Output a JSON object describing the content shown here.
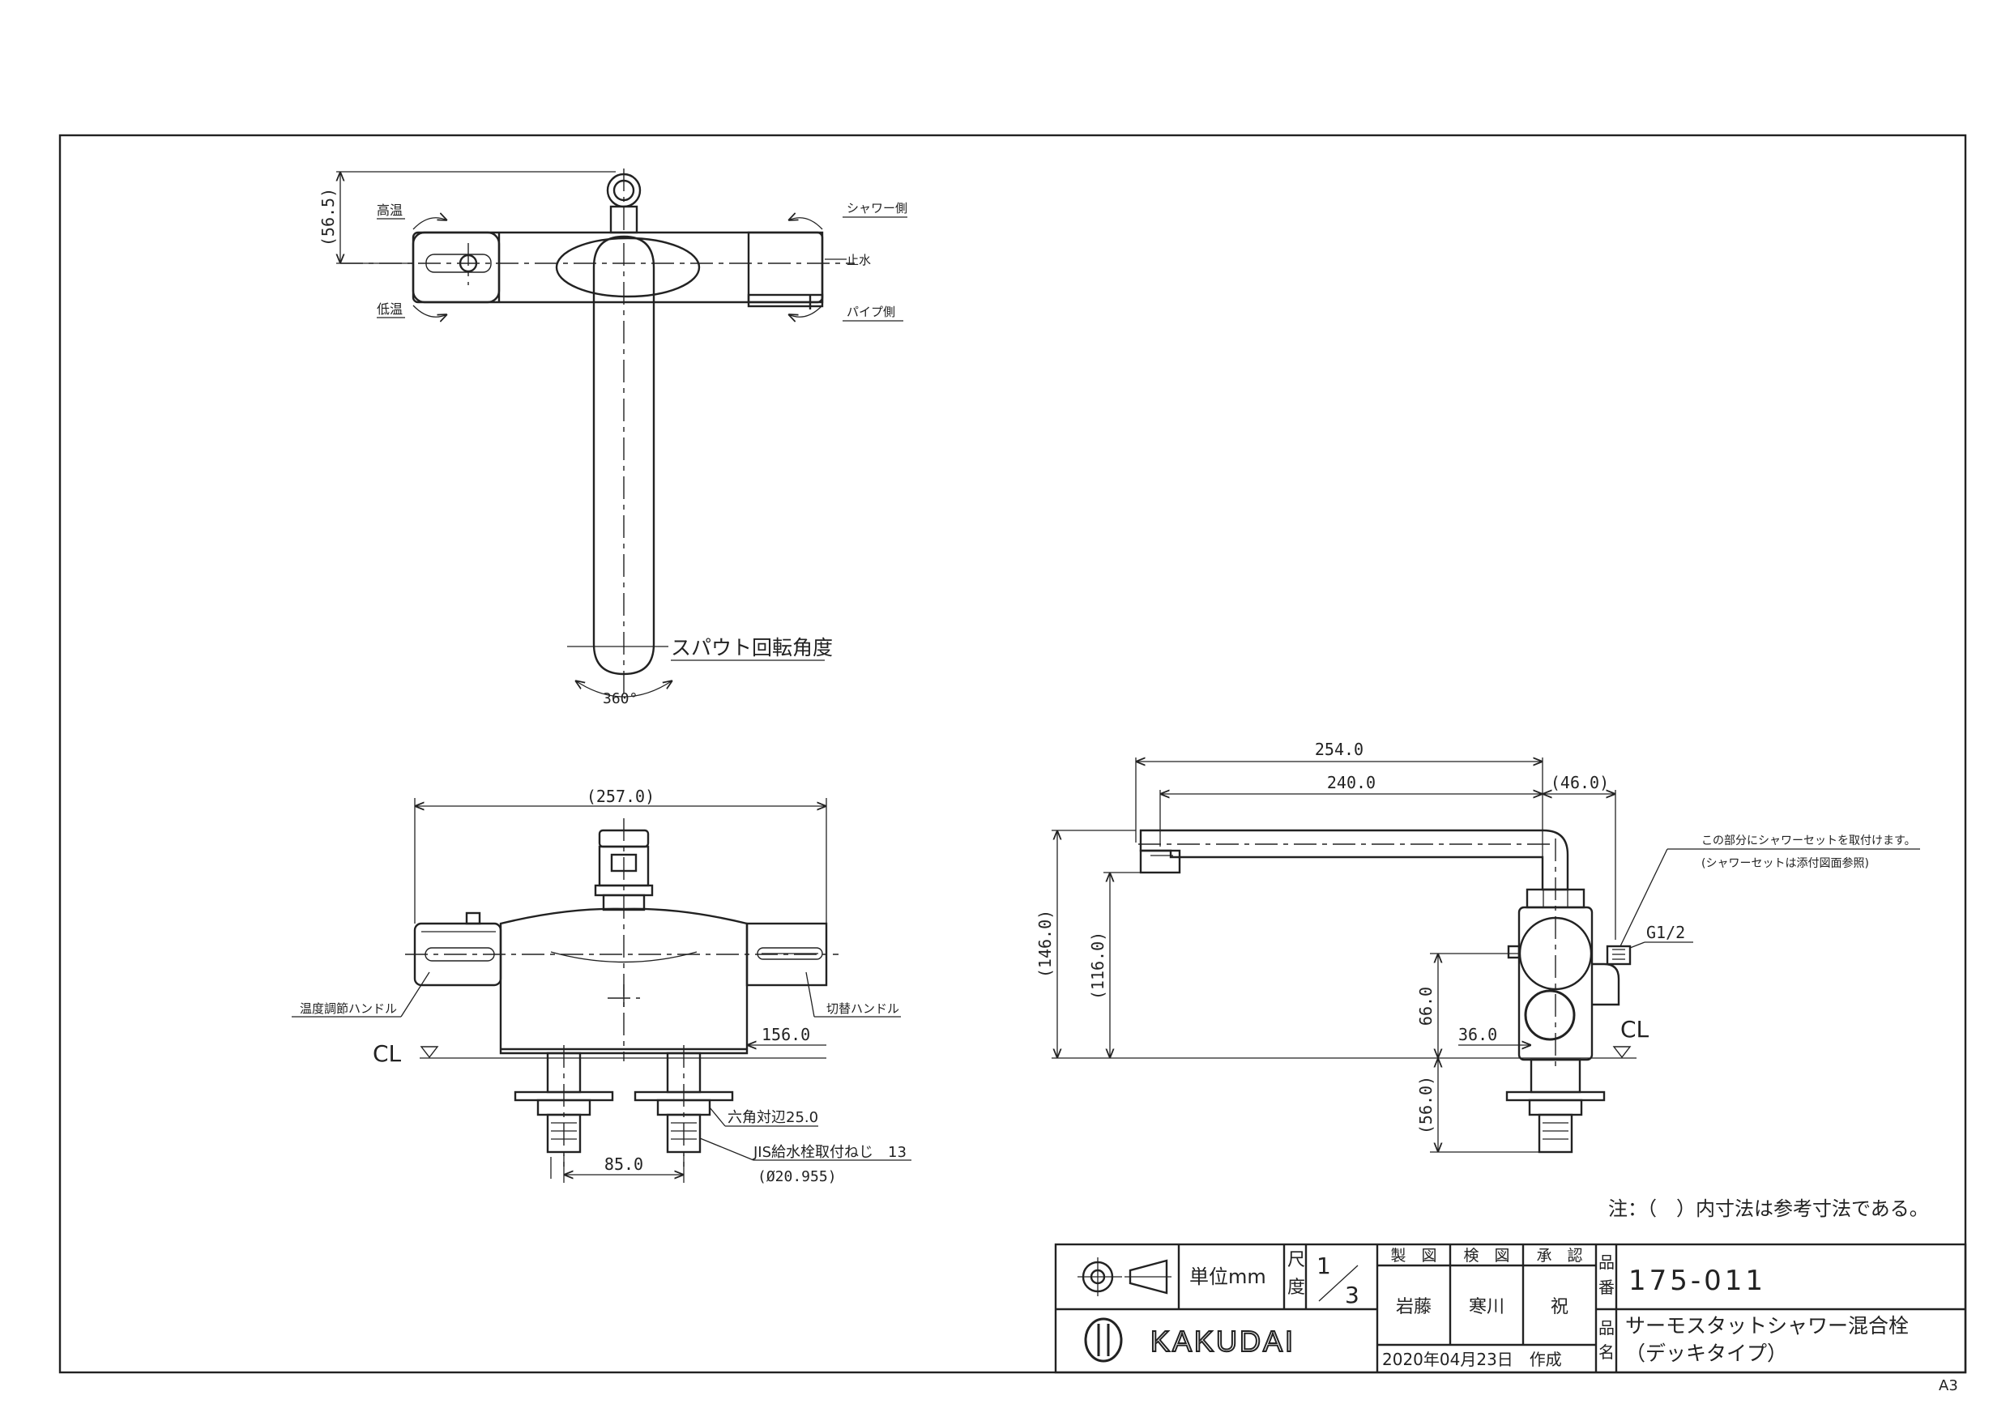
{
  "sheet_size": "A3",
  "top_view": {
    "dim_56_5": "(56.5)",
    "label_high_temp": "高温",
    "label_low_temp": "低温",
    "label_shower_side": "シャワー側",
    "label_stop_water": "止水",
    "label_pipe_side": "パイプ側",
    "label_spout_rotation": "スパウト回転角度",
    "dim_360": "360°"
  },
  "front_view": {
    "dim_257": "(257.0)",
    "label_temp_handle": "温度調節ハンドル",
    "label_switch_handle": "切替ハンドル",
    "label_cl": "CL",
    "dim_156": "156.0",
    "label_hex": "六角対辺25.0",
    "label_jis": "JIS給水栓取付ねじ　13",
    "label_jis_dia": "(Ø20.955)",
    "dim_85": "85.0"
  },
  "side_view": {
    "dim_254": "254.0",
    "dim_240": "240.0",
    "dim_46": "(46.0)",
    "dim_146": "(146.0)",
    "dim_116": "(116.0)",
    "dim_66": "66.0",
    "dim_56": "(56.0)",
    "dim_36": "36.0",
    "label_cl": "CL",
    "label_g12": "G1/2",
    "note_shower_1": "この部分にシャワーセットを取付けます。",
    "note_shower_2": "(シャワーセットは添付図面参照)"
  },
  "note": "注：（　）内寸法は参考寸法である。",
  "title_block": {
    "unit_label": "単位mm",
    "scale_label_1": "尺",
    "scale_label_2": "度",
    "scale_num": "1",
    "scale_den": "3",
    "col_drawn": "製　図",
    "col_checked": "検　図",
    "col_approved": "承　認",
    "drawn_by": "岩藤",
    "checked_by": "寒川",
    "approved_by": "祝",
    "part_no_label_1": "品",
    "part_no_label_2": "番",
    "part_no": "175-011",
    "name_label_1": "品",
    "name_label_2": "名",
    "product_name_1": "サーモスタットシャワー混合栓",
    "product_name_2": "（デッキタイプ）",
    "date": "2020年04月23日　作成",
    "brand": "KAKUDAI"
  }
}
